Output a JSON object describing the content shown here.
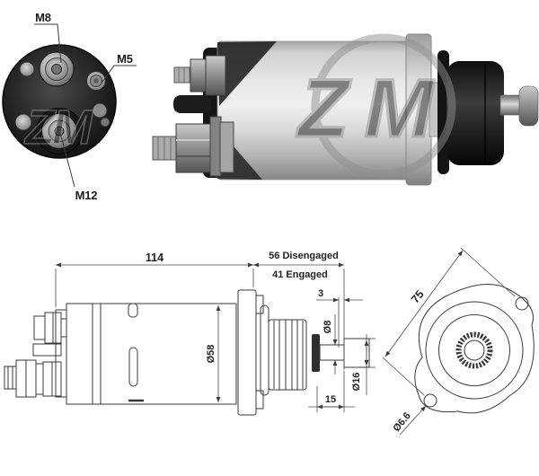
{
  "product_views": {
    "rear_photo": {
      "terminal_labels": {
        "m8": "M8",
        "m5": "M5",
        "m12": "M12"
      },
      "watermark": "ZM"
    },
    "side_photo": {
      "watermark_z": "Z",
      "watermark_m": "M"
    },
    "side_drawing": {
      "dim_body_length": "114",
      "dim_travel_disengaged": "56 Disengaged",
      "dim_travel_engaged": "41 Engaged",
      "dim_gap": "3",
      "dim_body_diameter": "Ø58",
      "dim_rod_diameter": "Ø8",
      "dim_head_diameter": "Ø16",
      "dim_rod_length": "15"
    },
    "front_drawing": {
      "dim_hole_spacing": "75",
      "dim_hole_diameter": "Ø6.6"
    }
  },
  "colors": {
    "line": "#3a3a3a",
    "dim_line": "#4a4a4a",
    "text": "#1a1a1a",
    "watermark": "#8f8f8f",
    "background": "#ffffff"
  }
}
